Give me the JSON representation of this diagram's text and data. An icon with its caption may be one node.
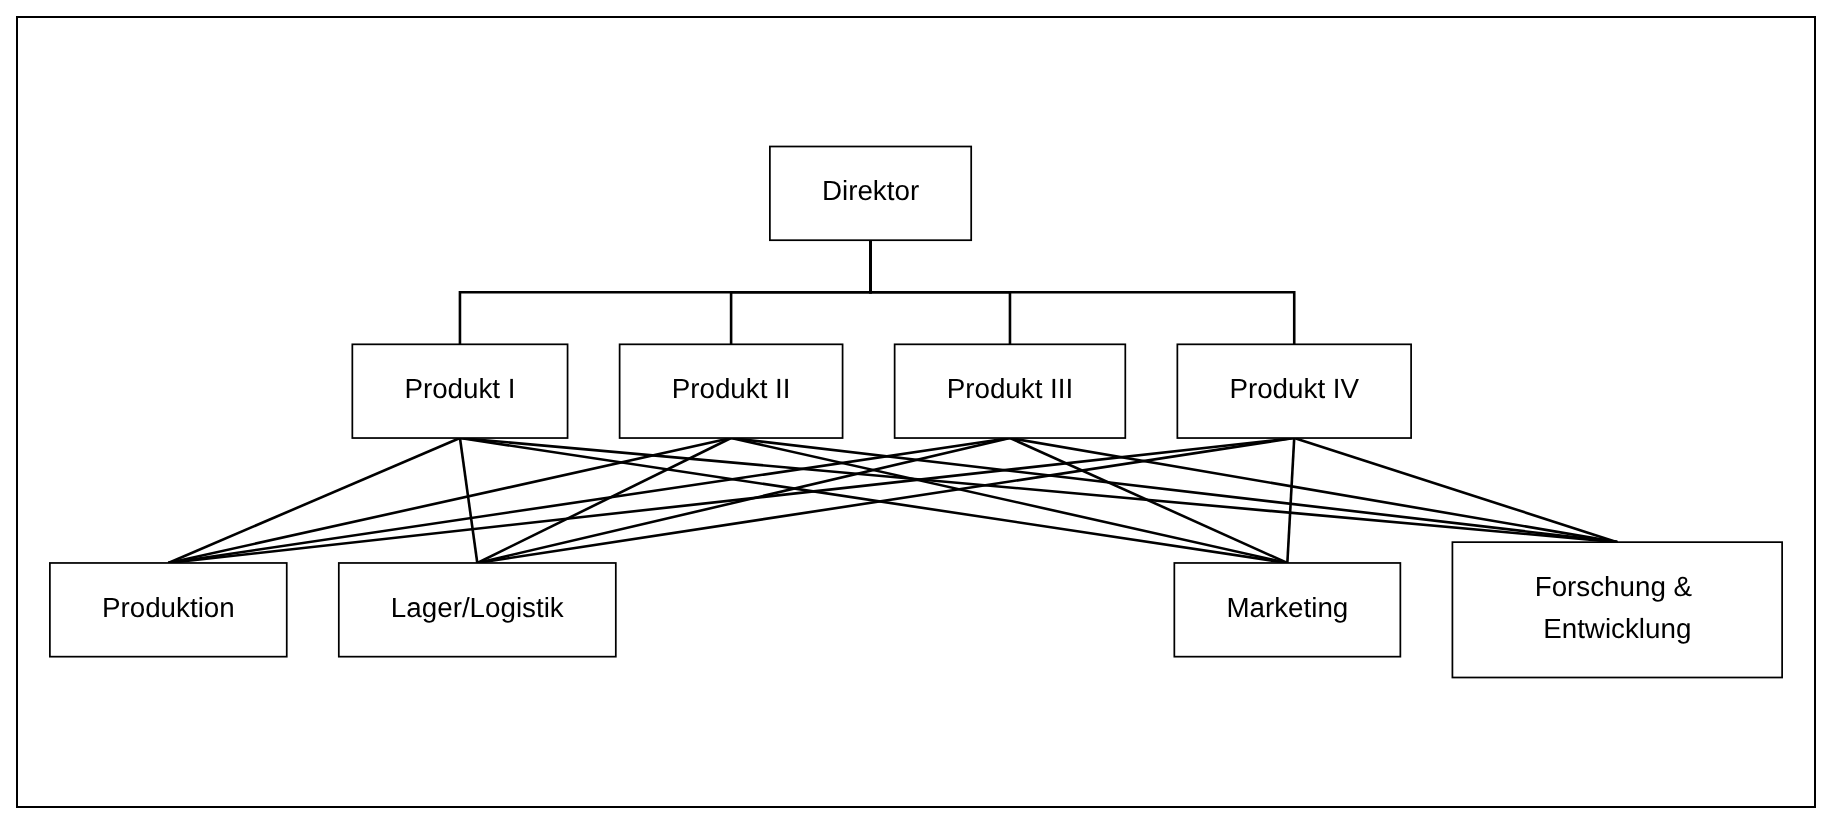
{
  "diagram": {
    "nodes": [
      {
        "text": [
          "Direktor"
        ]
      },
      {
        "text": [
          "Produkt I"
        ]
      },
      {
        "text": [
          "Produkt II"
        ]
      },
      {
        "text": [
          "Produkt III"
        ]
      },
      {
        "text": [
          "Produkt IV"
        ]
      },
      {
        "text": [
          "Produktion"
        ]
      },
      {
        "text": [
          "Lager/Logistik"
        ]
      },
      {
        "text": [
          "Marketing"
        ]
      },
      {
        "text": [
          "Forschung & Entwicklung"
        ]
      }
    ],
    "edges": [
      {
        "from": 0,
        "to": 1,
        "arrow": "none"
      },
      {
        "from": 0,
        "to": 2,
        "arrow": "none"
      },
      {
        "from": 0,
        "to": 3,
        "arrow": "none"
      },
      {
        "from": 0,
        "to": 4,
        "arrow": "none"
      },
      {
        "from": 1,
        "to": 5,
        "arrow": "none"
      },
      {
        "from": 1,
        "to": 6,
        "arrow": "none"
      },
      {
        "from": 1,
        "to": 7,
        "arrow": "none"
      },
      {
        "from": 1,
        "to": 8,
        "arrow": "none"
      },
      {
        "from": 2,
        "to": 5,
        "arrow": "none"
      },
      {
        "from": 2,
        "to": 6,
        "arrow": "none"
      },
      {
        "from": 2,
        "to": 7,
        "arrow": "none"
      },
      {
        "from": 2,
        "to": 8,
        "arrow": "none"
      },
      {
        "from": 3,
        "to": 5,
        "arrow": "none"
      },
      {
        "from": 3,
        "to": 6,
        "arrow": "none"
      },
      {
        "from": 3,
        "to": 7,
        "arrow": "none"
      },
      {
        "from": 3,
        "to": 8,
        "arrow": "none"
      },
      {
        "from": 4,
        "to": 5,
        "arrow": "none"
      },
      {
        "from": 4,
        "to": 6,
        "arrow": "none"
      },
      {
        "from": 4,
        "to": 7,
        "arrow": "none"
      },
      {
        "from": 4,
        "to": 8,
        "arrow": "none"
      }
    ]
  }
}
